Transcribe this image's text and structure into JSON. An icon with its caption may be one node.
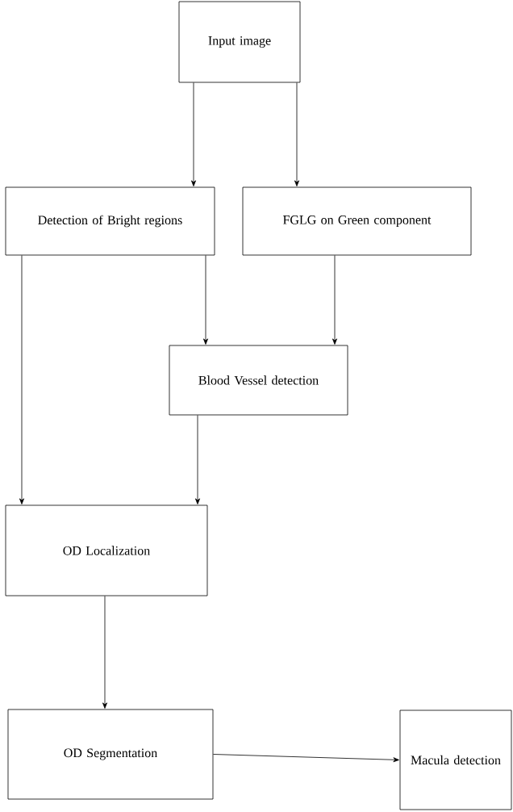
{
  "diagram": {
    "nodes": [
      {
        "text": [
          "Input image"
        ]
      },
      {
        "text": [
          "Detection of Bright regions"
        ]
      },
      {
        "text": [
          "FGLG on Green component"
        ]
      },
      {
        "text": [
          "Blood Vessel detection"
        ]
      },
      {
        "text": [
          "OD Localization"
        ]
      },
      {
        "text": [
          "OD Segmentation"
        ]
      },
      {
        "text": [
          "Macula detection"
        ]
      }
    ],
    "edges": [
      {
        "from": 0,
        "to": 1,
        "arrow": "to"
      },
      {
        "from": 0,
        "to": 2,
        "arrow": "to"
      },
      {
        "from": 1,
        "to": 3,
        "arrow": "to"
      },
      {
        "from": 2,
        "to": 3,
        "arrow": "to"
      },
      {
        "from": 1,
        "to": 4,
        "arrow": "to"
      },
      {
        "from": 3,
        "to": 4,
        "arrow": "to"
      },
      {
        "from": 4,
        "to": 5,
        "arrow": "to"
      },
      {
        "from": 5,
        "to": 6,
        "arrow": "to"
      }
    ]
  }
}
